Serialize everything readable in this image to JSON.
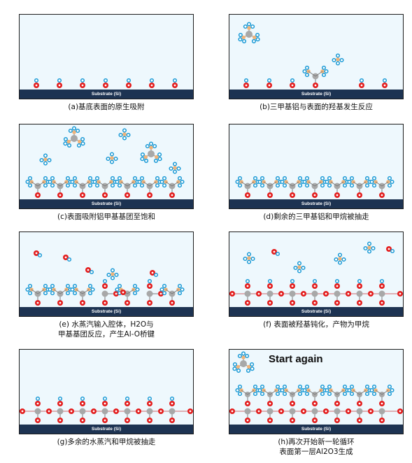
{
  "colors": {
    "substrate": "#1d3352",
    "oxygen": "#e31d1d",
    "hydrogen": "#1a9ad6",
    "carbon": "#f0b37a",
    "aluminum": "#a8a8a8",
    "chamber": "#eef8fd"
  },
  "substrate_label": "Substrate (Si)",
  "start_again": "Start again",
  "panels": [
    {
      "id": "a",
      "caption": [
        "(a)基底表面的原生吸附"
      ]
    },
    {
      "id": "b",
      "caption": [
        "(b)三甲基铝与表面的羟基发生反应"
      ]
    },
    {
      "id": "c",
      "caption": [
        "(c)表面吸附铝甲基基团至饱和"
      ]
    },
    {
      "id": "d",
      "caption": [
        "(d)剩余的三甲基铝和甲烷被抽走"
      ]
    },
    {
      "id": "e",
      "caption": [
        "(e) 水蒸汽输入腔体，H2O与",
        "甲基基团反应，产生Al-O桥键"
      ]
    },
    {
      "id": "f",
      "caption": [
        "(f) 表面被羟基钝化，产物为甲烷"
      ]
    },
    {
      "id": "g",
      "caption": [
        "(g)多余的水蒸汽和甲烷被抽走"
      ]
    },
    {
      "id": "h",
      "caption": [
        "(h)再次开始新一轮循环",
        "表面第一层Al2O3生成"
      ]
    }
  ]
}
